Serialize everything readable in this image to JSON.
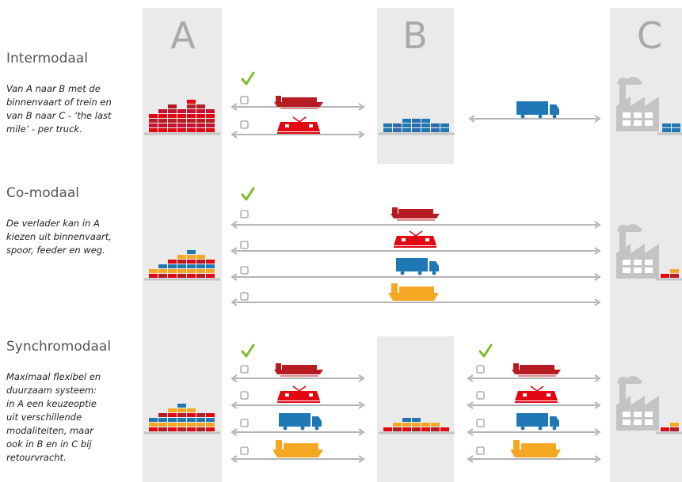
{
  "columns": [
    "A",
    "B",
    "C"
  ],
  "sections": [
    {
      "title": "Intermodaal",
      "lines": [
        "Van A naar B met de",
        "binnenvaart of trein en",
        "van B naar C - ‘the last",
        "mile’ - per truck."
      ]
    },
    {
      "title": "Co-modaal",
      "lines": [
        "De verlader kan in A",
        "kiezen uit binnenvaart,",
        "spoor, feeder en weg."
      ]
    },
    {
      "title": "Synchromodaal",
      "lines": [
        "Maximaal flexibel en",
        "duurzaam systeem:",
        "in A een keuzeoptie",
        "uit verschillende",
        "modaliteiten, maar",
        "ook in B en in C bij",
        "retourvracht."
      ]
    }
  ],
  "colors": {
    "column_bg": "#eaeaea",
    "arrow": "#b4b4b4",
    "check": "#7dbb2f",
    "barge": "#b71c23",
    "train": "#e30613",
    "truck": "#1f78b4",
    "feeder": "#f5a623",
    "factory": "#c4c4c4"
  },
  "icons": [
    "check-icon",
    "checkbox-icon",
    "barge-icon",
    "train-icon",
    "truck-icon",
    "feeder-ship-icon",
    "factory-icon",
    "container-stack-icon"
  ]
}
